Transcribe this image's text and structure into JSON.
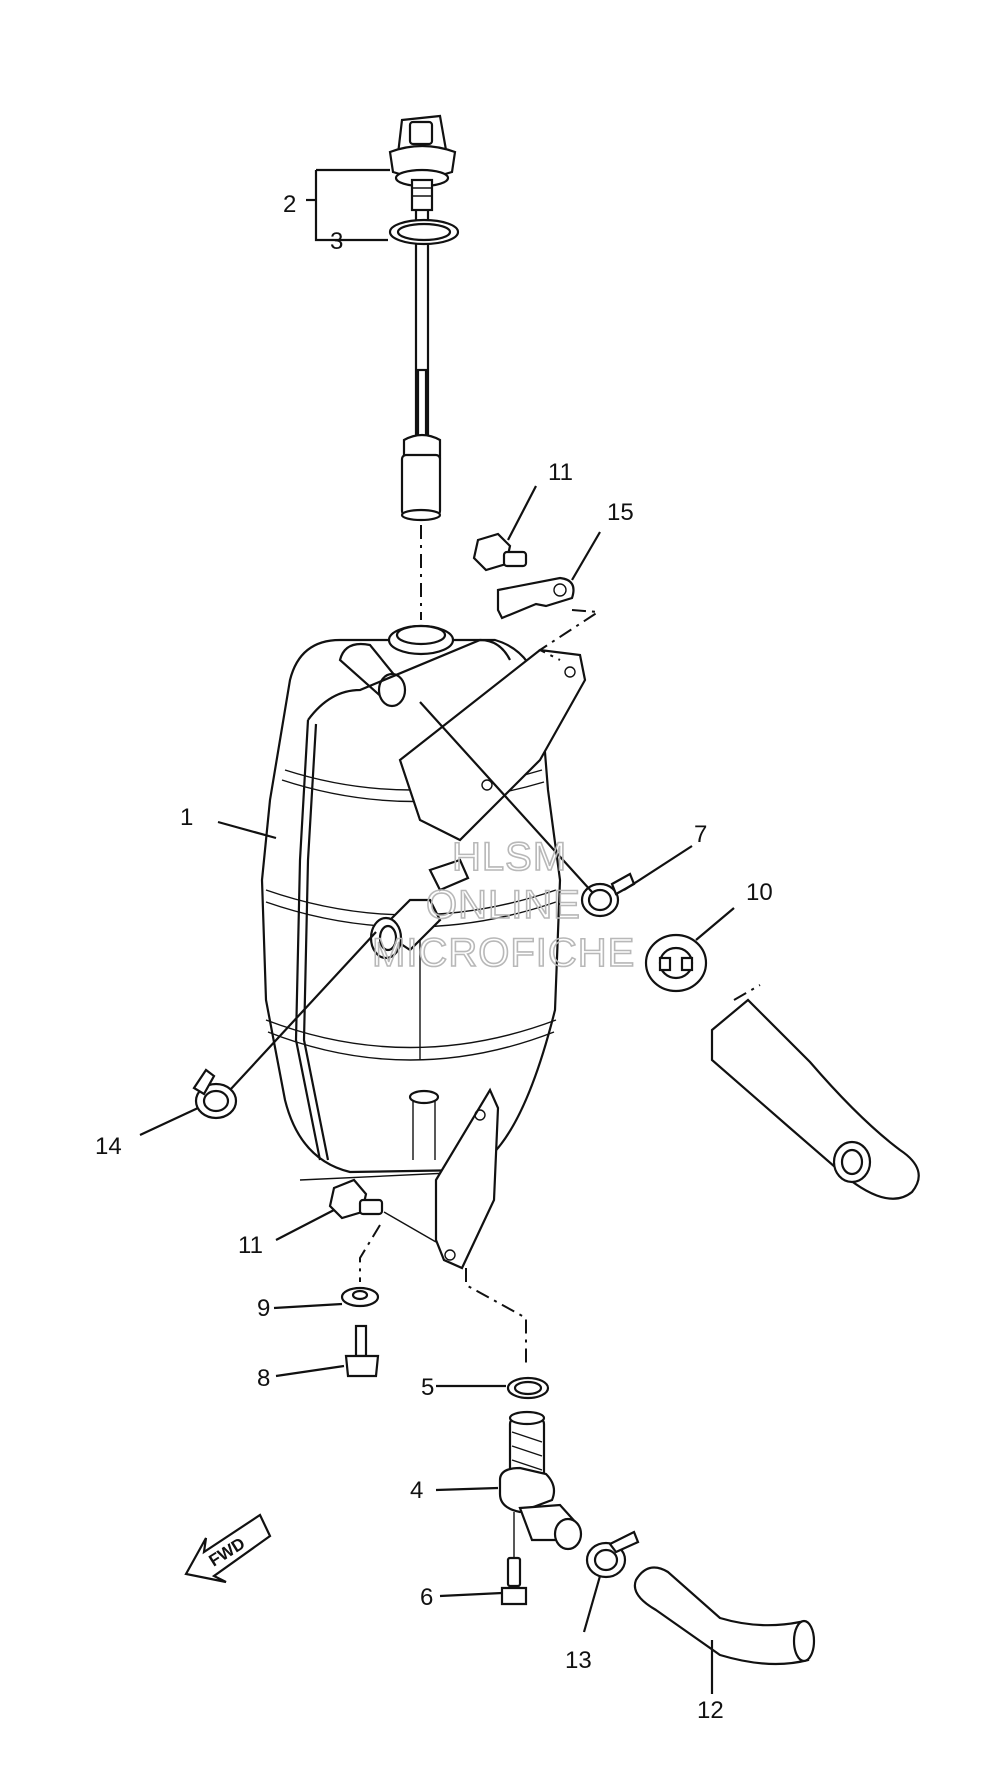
{
  "callouts": [
    {
      "id": "c1",
      "label": "1"
    },
    {
      "id": "c2",
      "label": "2"
    },
    {
      "id": "c3",
      "label": "3"
    },
    {
      "id": "c4",
      "label": "4"
    },
    {
      "id": "c5",
      "label": "5"
    },
    {
      "id": "c6",
      "label": "6"
    },
    {
      "id": "c7",
      "label": "7"
    },
    {
      "id": "c8",
      "label": "8"
    },
    {
      "id": "c9",
      "label": "9"
    },
    {
      "id": "c10",
      "label": "10"
    },
    {
      "id": "c11a",
      "label": "11"
    },
    {
      "id": "c11b",
      "label": "11"
    },
    {
      "id": "c12",
      "label": "12"
    },
    {
      "id": "c13",
      "label": "13"
    },
    {
      "id": "c14",
      "label": "14"
    },
    {
      "id": "c15",
      "label": "15"
    }
  ],
  "fwd_label": "FWD",
  "watermark": {
    "line1": "HLSM",
    "line2": "ONLINE",
    "line3": "MICROFICHE"
  }
}
